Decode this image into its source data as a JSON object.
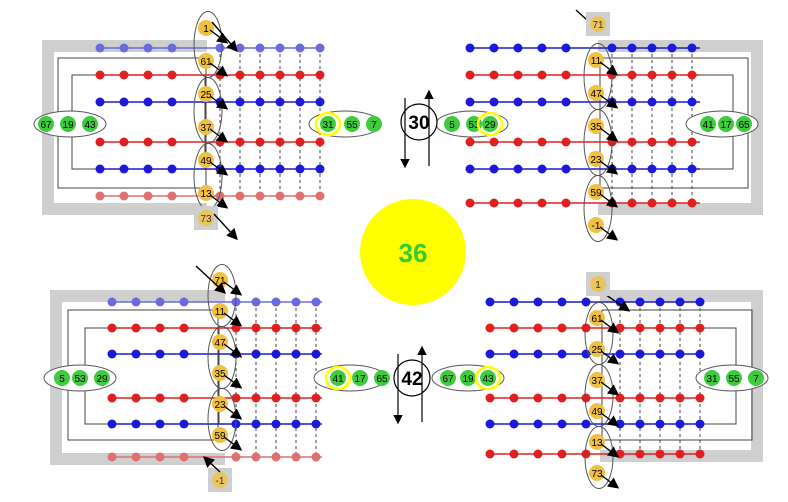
{
  "center": {
    "label": "36",
    "fill": "#ffff00",
    "text_color": "#33cc33"
  },
  "colors": {
    "red": "#e02020",
    "blue": "#1a1ad8",
    "faded_red": "#e07070",
    "faded_blue": "#6a6ae0",
    "orange": "#f0c040",
    "green": "#3ecc3e",
    "gray_band": "#cfcfcf",
    "yellow_ring": "#ffff00",
    "ellipse_stroke": "#555555",
    "dash": "#444444"
  },
  "quadrants": [
    {
      "id": "top-left",
      "sign_label": "30",
      "chain_labels": [
        "1",
        "61",
        "25",
        "37",
        "49",
        "13"
      ],
      "bottom_label": "73",
      "end_group": [
        "31",
        "55",
        "7"
      ],
      "end_highlight": "31",
      "far_group": [
        "67",
        "19",
        "43"
      ]
    },
    {
      "id": "top-right",
      "chain_labels": [
        "11",
        "47",
        "35",
        "23",
        "59",
        "-1"
      ],
      "top_label": "71",
      "end_group": [
        "5",
        "53",
        "29"
      ],
      "end_highlight": "29",
      "far_group": [
        "41",
        "17",
        "65"
      ]
    },
    {
      "id": "bottom-left",
      "sign_label": "42",
      "chain_labels": [
        "71",
        "11",
        "47",
        "35",
        "23",
        "59"
      ],
      "bottom_label": "-1",
      "end_group": [
        "41",
        "17",
        "65"
      ],
      "end_highlight": "41",
      "far_group": [
        "5",
        "53",
        "29"
      ]
    },
    {
      "id": "bottom-right",
      "chain_labels": [
        "61",
        "25",
        "37",
        "49",
        "13",
        "73"
      ],
      "top_label": "1",
      "end_group": [
        "67",
        "19",
        "43"
      ],
      "end_highlight": "43",
      "far_group": [
        "31",
        "55",
        "7"
      ]
    }
  ]
}
